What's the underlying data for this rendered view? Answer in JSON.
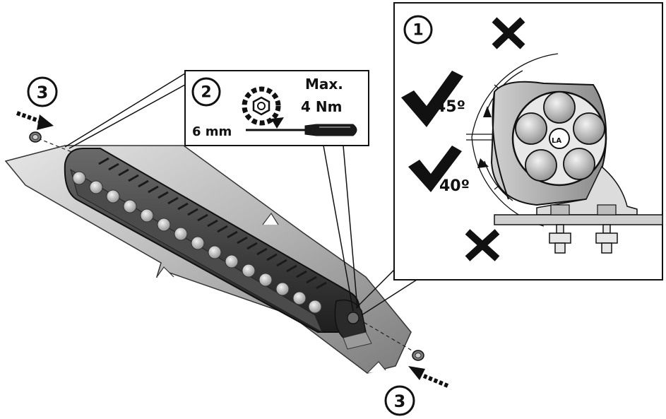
{
  "steps": {
    "step1": "1",
    "step2": "2",
    "step3_top": "3",
    "step3_bottom": "3"
  },
  "torque": {
    "max_line1": "Max.",
    "max_line2": "4 Nm",
    "tool_size": "6 mm"
  },
  "angles": {
    "upper_ok": "45º",
    "lower_ok": "40º"
  },
  "lamp_logo": "LA",
  "colors": {
    "ink": "#111111",
    "plate_light": "#d6d6d6",
    "plate_dark": "#8c8c8c",
    "lamp_body": "#3a3a3a",
    "lens": "#b8b8b8"
  },
  "icons": [
    "arrow-icon",
    "check-icon",
    "cross-icon",
    "rotate-icon",
    "screwdriver-icon",
    "hex-nut-icon"
  ]
}
